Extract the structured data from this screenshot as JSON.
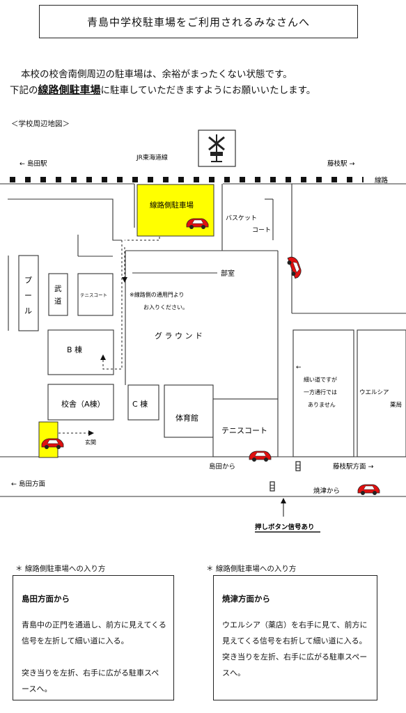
{
  "title": "青島中学校駐車場をご利用されるみなさんへ",
  "intro": {
    "line1": "本校の校舎南側周辺の駐車場は、余裕がまったくない状態です。",
    "line2_pre": "下記の",
    "line2_bold": "線路側駐車場",
    "line2_post": "に駐車していただきますようにお願いいたします。"
  },
  "map": {
    "caption": "＜学校周辺地図＞",
    "rail_name": "JR東海道線",
    "left_station": "← 島田駅",
    "right_station": "藤枝駅 →",
    "tracks": "線路",
    "parking_main": "線路側駐車場",
    "basketball": [
      "バスケット",
      "コート"
    ],
    "club_room": "部室",
    "pool": [
      "プ",
      "ー",
      "ル"
    ],
    "budo": [
      "武",
      "道"
    ],
    "tennis_small": "テニスコート",
    "note": [
      "※線路側の通用門より",
      "お入りください。"
    ],
    "ground": "グ ラ ウ ン ド",
    "b_building": "B 棟",
    "a_building": "校舎（A棟）",
    "c_building": "C 棟",
    "gym": "体育館",
    "tennis": "テニスコート",
    "entrance": "玄関",
    "narrow_road": [
      "細い道ですが",
      "一方通行では",
      "ありません"
    ],
    "welcia": "ウエルシア",
    "drugstore": "薬局",
    "from_shimada": "島田から",
    "toward_fujieda": "藤枝駅方面 →",
    "toward_shimada": "← 島田方面",
    "from_yaizu": "焼津から",
    "signal_note": "押しボタン信号あり"
  },
  "directions": [
    {
      "caption": "＊ 線路側駐車場への入り方",
      "heading": "島田方面から",
      "body": "青島中の正門を通過し、前方に見えてくる信号を左折して細い道に入る。\n\n突き当りを左折、右手に広がる駐車スペースへ。"
    },
    {
      "caption": "＊ 線路側駐車場への入り方",
      "heading": "焼津方面から",
      "body": "ウエルシア（薬店）を右手に見て、前方に見えてくる信号を右折して細い道に入る。\n突き当りを左折、右手に広がる駐車スペースへ。"
    }
  ],
  "colors": {
    "parking": "#ffff00",
    "car": "#e01010"
  }
}
